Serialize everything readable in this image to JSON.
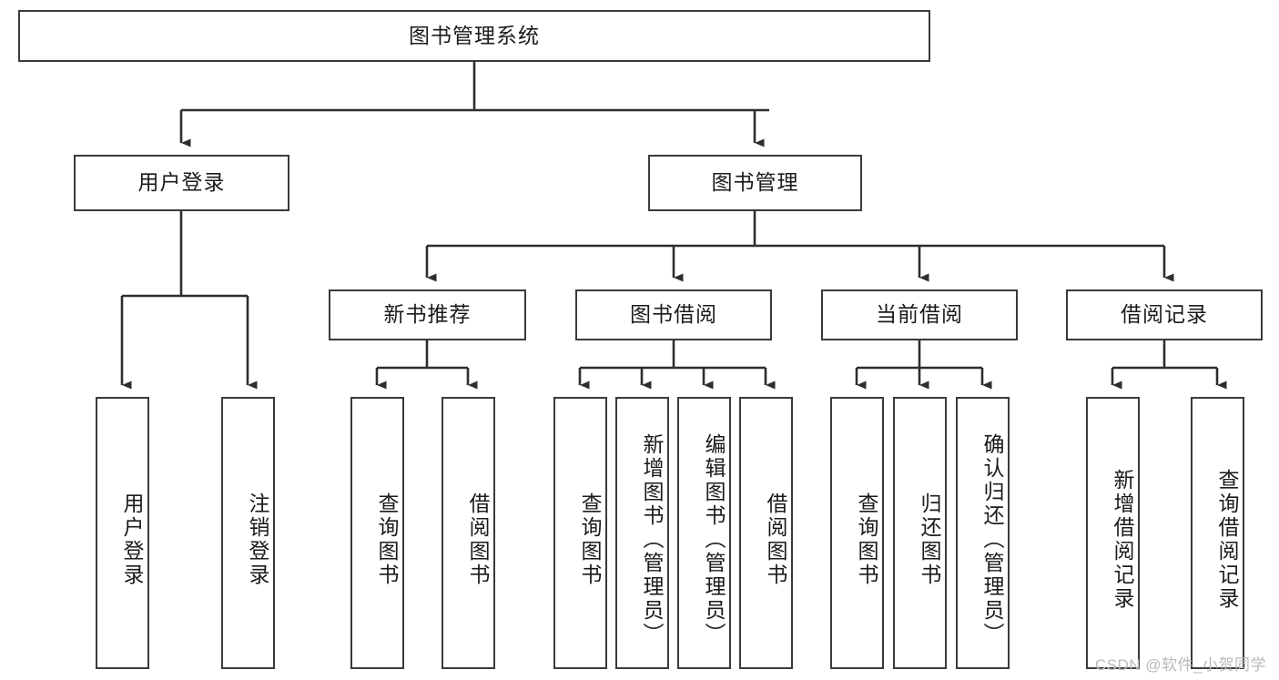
{
  "diagram": {
    "title": "图书管理系统",
    "type": "tree-hierarchy-chart",
    "watermark": "CSDN @软件_小贺同学",
    "colors": {
      "box_border": "#3a3a3a",
      "box_fill": "#ffffff",
      "connector": "#2e2e2e",
      "text": "#1b1b1b",
      "watermark": "#b9b9b9"
    },
    "root": {
      "id": "root",
      "label": "图书管理系统"
    },
    "level2": [
      {
        "id": "user-login",
        "label": "用户登录"
      },
      {
        "id": "book-management",
        "label": "图书管理"
      }
    ],
    "level3": [
      {
        "id": "new-book-recommend",
        "label": "新书推荐"
      },
      {
        "id": "book-borrow",
        "label": "图书借阅"
      },
      {
        "id": "current-borrow",
        "label": "当前借阅"
      },
      {
        "id": "borrow-record",
        "label": "借阅记录"
      }
    ],
    "leaves": {
      "user-login": [
        {
          "id": "leaf-user-login",
          "label": "用户登录"
        },
        {
          "id": "leaf-logout-login",
          "label": "注销登录"
        }
      ],
      "new-book-recommend": [
        {
          "id": "leaf-query-book-1",
          "label": "查询图书"
        },
        {
          "id": "leaf-borrow-book-1",
          "label": "借阅图书"
        }
      ],
      "book-borrow": [
        {
          "id": "leaf-query-book-2",
          "label": "查询图书"
        },
        {
          "id": "leaf-add-book",
          "label": "新增图书（管理员）"
        },
        {
          "id": "leaf-edit-book",
          "label": "编辑图书（管理员）"
        },
        {
          "id": "leaf-borrow-book-2",
          "label": "借阅图书"
        }
      ],
      "current-borrow": [
        {
          "id": "leaf-query-book-3",
          "label": "查询图书"
        },
        {
          "id": "leaf-return-book",
          "label": "归还图书"
        },
        {
          "id": "leaf-confirm-return",
          "label": "确认归还（管理员）"
        }
      ],
      "borrow-record": [
        {
          "id": "leaf-add-record",
          "label": "新增借阅记录"
        },
        {
          "id": "leaf-query-record",
          "label": "查询借阅记录"
        }
      ]
    }
  }
}
